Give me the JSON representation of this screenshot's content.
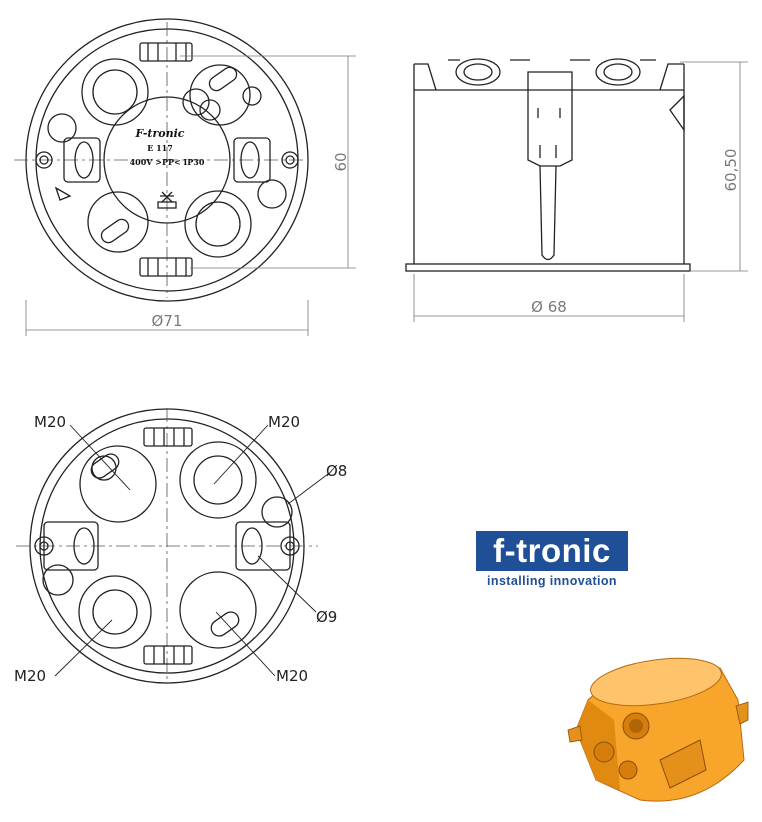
{
  "top_view": {
    "brand": "F-tronic",
    "code": "E 117",
    "rating": "400V   >PP<   IP30",
    "diameter": "Ø71",
    "height": "60"
  },
  "side_view": {
    "height": "60,50",
    "diameter": "Ø 68"
  },
  "bottom_view": {
    "labels": {
      "m20_top_left": "M20",
      "m20_top_right": "M20",
      "m20_bottom_left": "M20",
      "m20_bottom_right": "M20",
      "d8": "Ø8",
      "d9": "Ø9"
    }
  },
  "logo": {
    "name": "f-tronic",
    "tagline": "installing innovation"
  },
  "colors": {
    "logo_blue": "#1e4f97",
    "render_orange": "#f5a623"
  }
}
